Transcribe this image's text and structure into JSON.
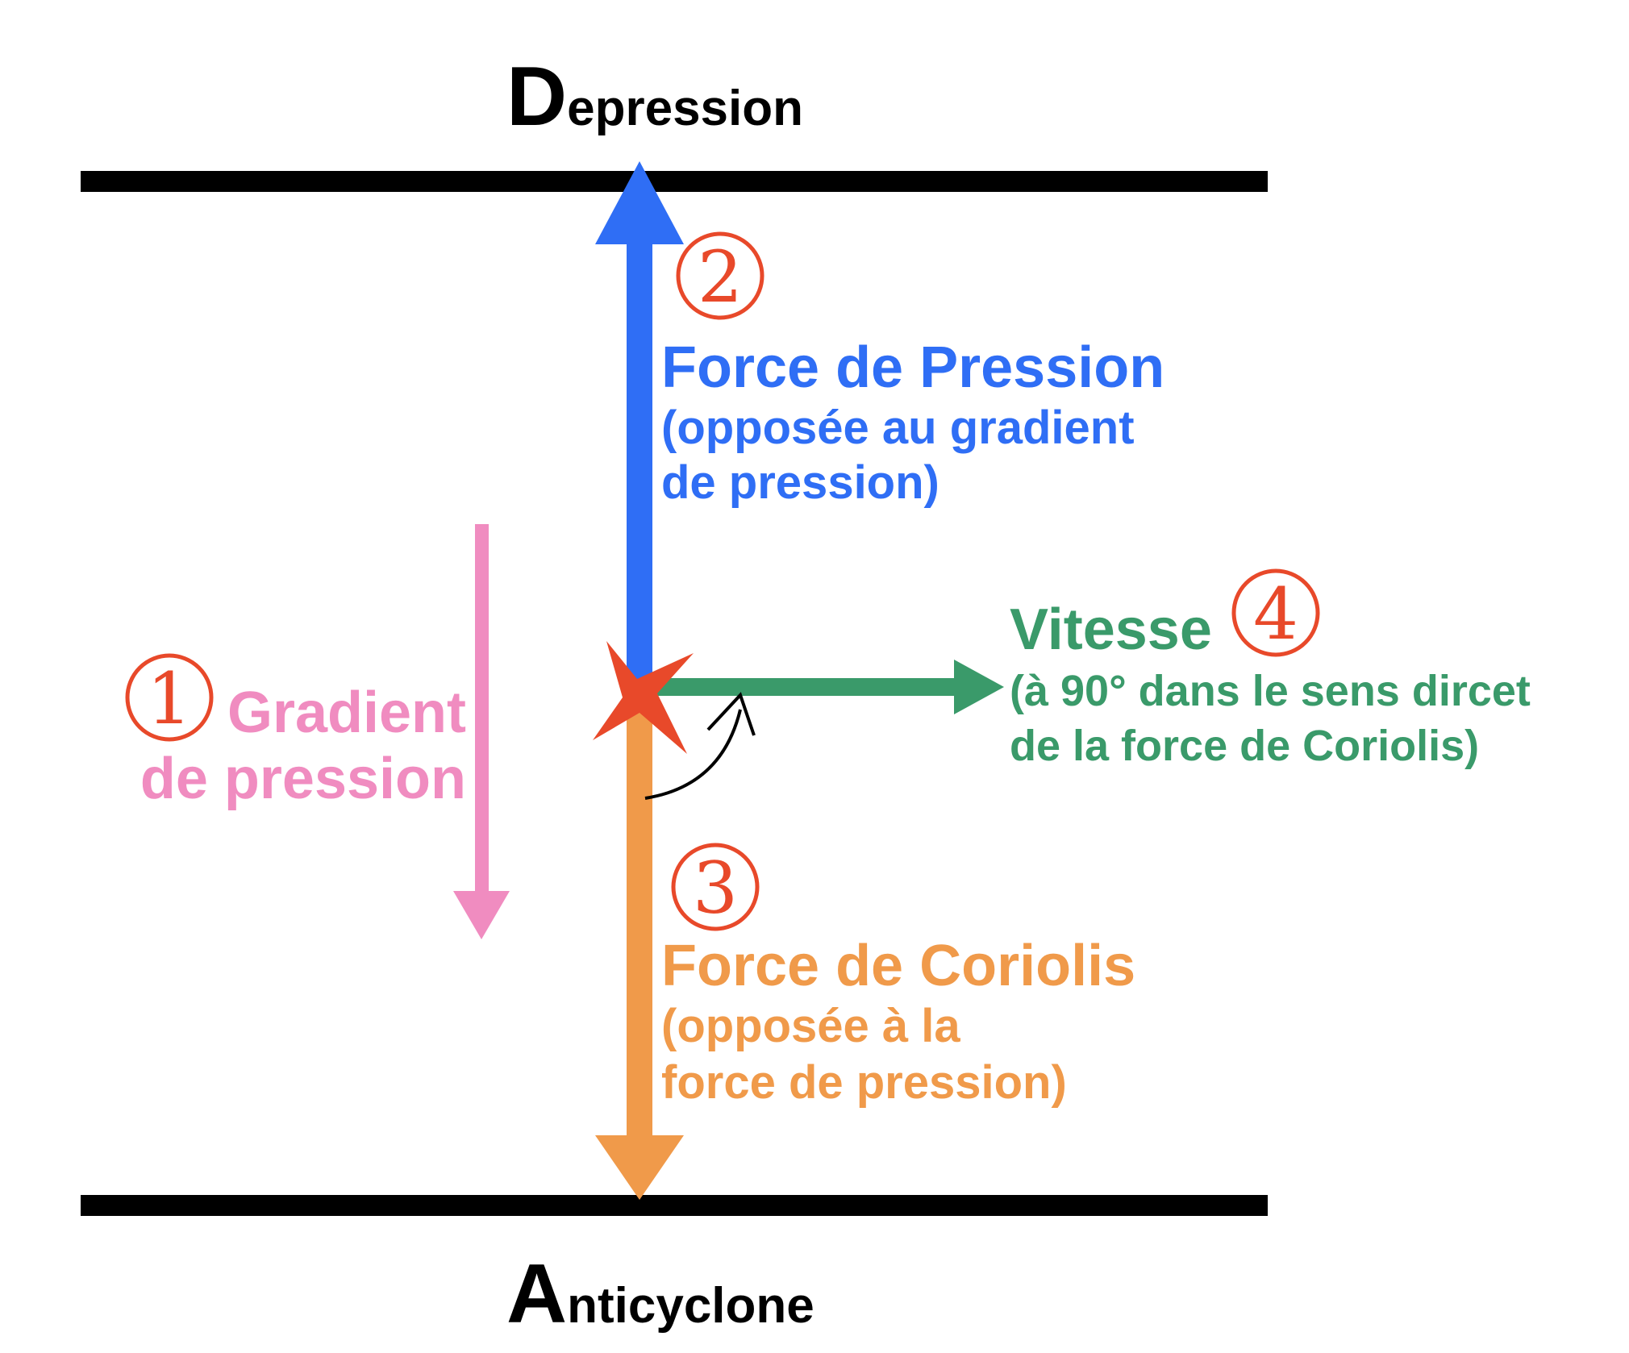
{
  "top_label": {
    "initial": "D",
    "rest": "epression"
  },
  "bottom_label": {
    "initial": "A",
    "rest": "nticyclone"
  },
  "gradient": {
    "number": "1",
    "line1": "Gradient",
    "line2": "de pression"
  },
  "pressure_force": {
    "number": "2",
    "title": "Force de Pression",
    "line1": "(opposée au gradient",
    "line2": "de pression)"
  },
  "coriolis_force": {
    "number": "3",
    "title": "Force de Coriolis",
    "line1": "(opposée à la",
    "line2": "force de pression)"
  },
  "velocity": {
    "number": "4",
    "title": "Vitesse",
    "line1": "(à 90° dans le sens dircet",
    "line2": "de la force de Coriolis)"
  },
  "colors": {
    "pressure": "#2f6ef5",
    "coriolis": "#f09a4a",
    "velocity": "#3a9a6a",
    "gradient": "#f08cc0",
    "number": "#e8492a",
    "line": "#000000"
  }
}
